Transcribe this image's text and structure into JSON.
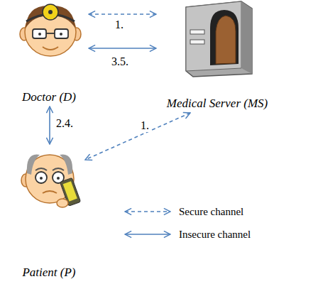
{
  "diagram": {
    "nodes": [
      {
        "text": [
          "Doctor (D)"
        ]
      },
      {
        "text": [
          "Medical Server (MS)"
        ]
      },
      {
        "text": [
          "Patient (P)"
        ]
      }
    ],
    "edges": [
      {
        "from": 0,
        "to": 1,
        "arrow": "both",
        "label": "1."
      },
      {
        "from": 0,
        "to": 1,
        "arrow": "both",
        "label": "3.5."
      },
      {
        "from": 0,
        "to": 2,
        "arrow": "both",
        "label": "2.4."
      },
      {
        "from": 1,
        "to": 2,
        "arrow": "both",
        "label": "1."
      }
    ],
    "legend": [
      {
        "text": "Secure channel"
      },
      {
        "text": "Insecure channel"
      }
    ]
  }
}
